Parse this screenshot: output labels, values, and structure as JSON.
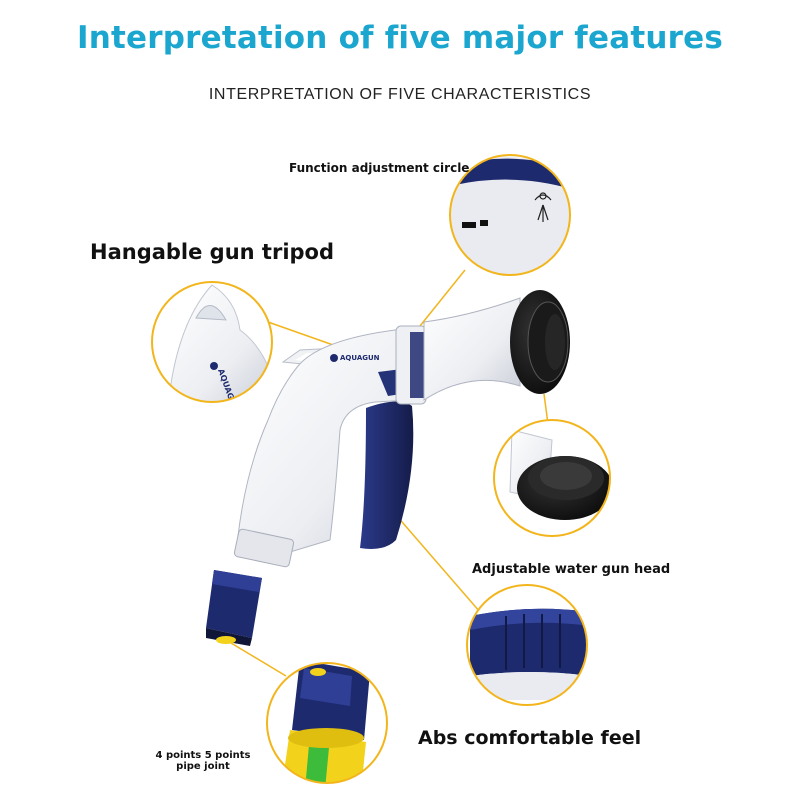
{
  "header": {
    "title": "Interpretation of five major features",
    "subtitle": "INTERPRETATION OF FIVE CHARACTERISTICS"
  },
  "colors": {
    "title_accent": "#1aa6cf",
    "callout_ring": "#f2b51c",
    "gun_navy": "#1e2a6e",
    "gun_white": "#f1f2f5",
    "hose_yellow": "#f3d21c",
    "hose_green": "#3dbb3a"
  },
  "features": {
    "function_circle": "Function adjustment circle",
    "tripod": "Hangable gun tripod",
    "gun_head": "Adjustable water gun head",
    "abs_feel": "Abs comfortable feel",
    "pipe_joint": "4 points 5 points pipe joint"
  },
  "product": {
    "brand": "AQUAGUN",
    "brand_short": "AQUAG"
  },
  "icons": {
    "spray_pattern": "spray-pattern-icon",
    "brand_logo": "aquagun-logo-icon"
  }
}
